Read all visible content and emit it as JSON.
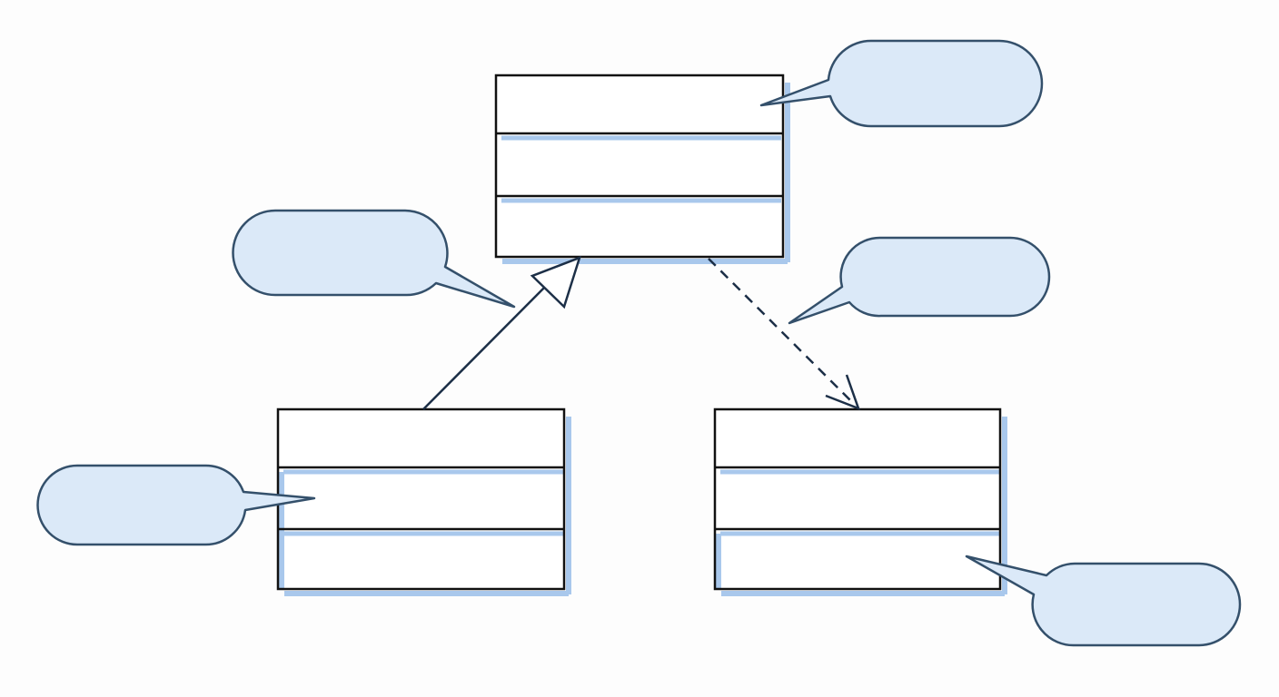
{
  "diagram": {
    "type": "uml-class-diagram",
    "classes": [
      {
        "id": "class-top",
        "compartments": [
          "",
          "",
          ""
        ]
      },
      {
        "id": "class-bottom-left",
        "compartments": [
          "",
          "",
          ""
        ]
      },
      {
        "id": "class-bottom-right",
        "compartments": [
          "",
          "",
          ""
        ]
      }
    ],
    "relationships": [
      {
        "id": "generalization",
        "from": "class-bottom-left",
        "to": "class-top",
        "style": "solid",
        "head": "hollow-triangle"
      },
      {
        "id": "dependency",
        "from": "class-top",
        "to": "class-bottom-right",
        "style": "dashed",
        "head": "open-arrow"
      }
    ],
    "callouts": [
      {
        "id": "callout-top-class",
        "text": ""
      },
      {
        "id": "callout-generalization",
        "text": ""
      },
      {
        "id": "callout-dependency",
        "text": ""
      },
      {
        "id": "callout-left-class",
        "text": ""
      },
      {
        "id": "callout-right-class",
        "text": ""
      }
    ],
    "colors": {
      "callout_fill": "#dbe9f8",
      "callout_stroke": "#34506b",
      "box_shadow": "#a9c8ec",
      "box_stroke": "#111111",
      "connector": "#1c2f47"
    }
  }
}
